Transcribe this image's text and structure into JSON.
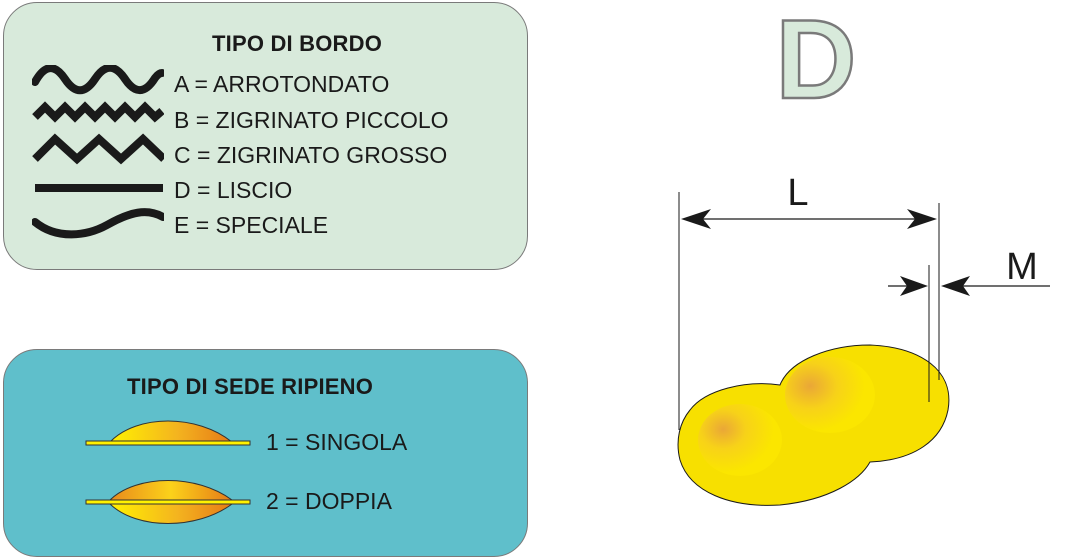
{
  "edge_legend": {
    "title": "TIPO DI BORDO",
    "items": [
      {
        "label": "A = ARROTONDATO",
        "icon": "rounded-wave-icon"
      },
      {
        "label": "B = ZIGRINATO PICCOLO",
        "icon": "small-zigzag-icon"
      },
      {
        "label": "C = ZIGRINATO GROSSO",
        "icon": "large-zigzag-icon"
      },
      {
        "label": "D = LISCIO",
        "icon": "straight-line-icon"
      },
      {
        "label": "E = SPECIALE",
        "icon": "s-curve-icon"
      }
    ]
  },
  "filling_legend": {
    "title": "TIPO DI SEDE RIPIENO",
    "items": [
      {
        "label": "1 = SINGOLA",
        "icon": "single-filling-icon"
      },
      {
        "label": "2 = DOPPIA",
        "icon": "double-filling-icon"
      }
    ]
  },
  "edge_code": "D",
  "dimensions": {
    "length_label": "L",
    "margin_label": "M"
  },
  "colors": {
    "bordo_panel": "#d8eadb",
    "sede_panel": "#5fbfcb",
    "pasta_yellow": "#f7e000",
    "filling_orange": "#e98a1c"
  }
}
